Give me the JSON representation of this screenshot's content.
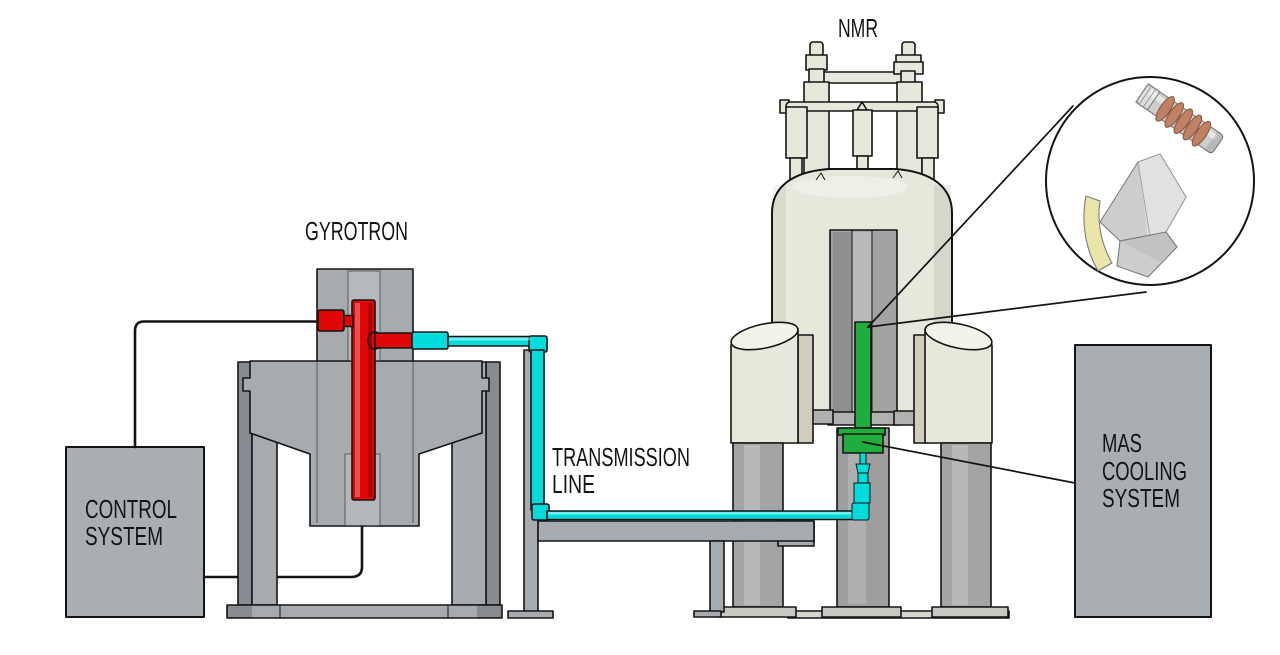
{
  "labels": {
    "nmr": "NMR",
    "gyrotron": "GYROTRON",
    "transmission": {
      "line1": "TRANSMISSION",
      "line2": "LINE"
    },
    "control": {
      "line1": "CONTROL",
      "line2": "SYSTEM"
    },
    "mas": {
      "line1": "MAS",
      "line2": "COOLING",
      "line3": "SYSTEM"
    }
  },
  "colors": {
    "outline": "#141414",
    "box_gray": "#a9aeb3",
    "machine_gray": "#a6abb0",
    "dark_gray": "#868c91",
    "leg_gray": "#a4a4a4",
    "plate_gray": "#c9c9c1",
    "cream": "#e8e7db",
    "cream_dark": "#cfcebc",
    "bore_gray": "#a3a3a1",
    "red": "#e00606",
    "cyan": "#00dcdc",
    "green": "#21ad3e",
    "copper": "#c08165",
    "silver": "#cdcdcd",
    "stator_yellow": "#eae4a8"
  }
}
